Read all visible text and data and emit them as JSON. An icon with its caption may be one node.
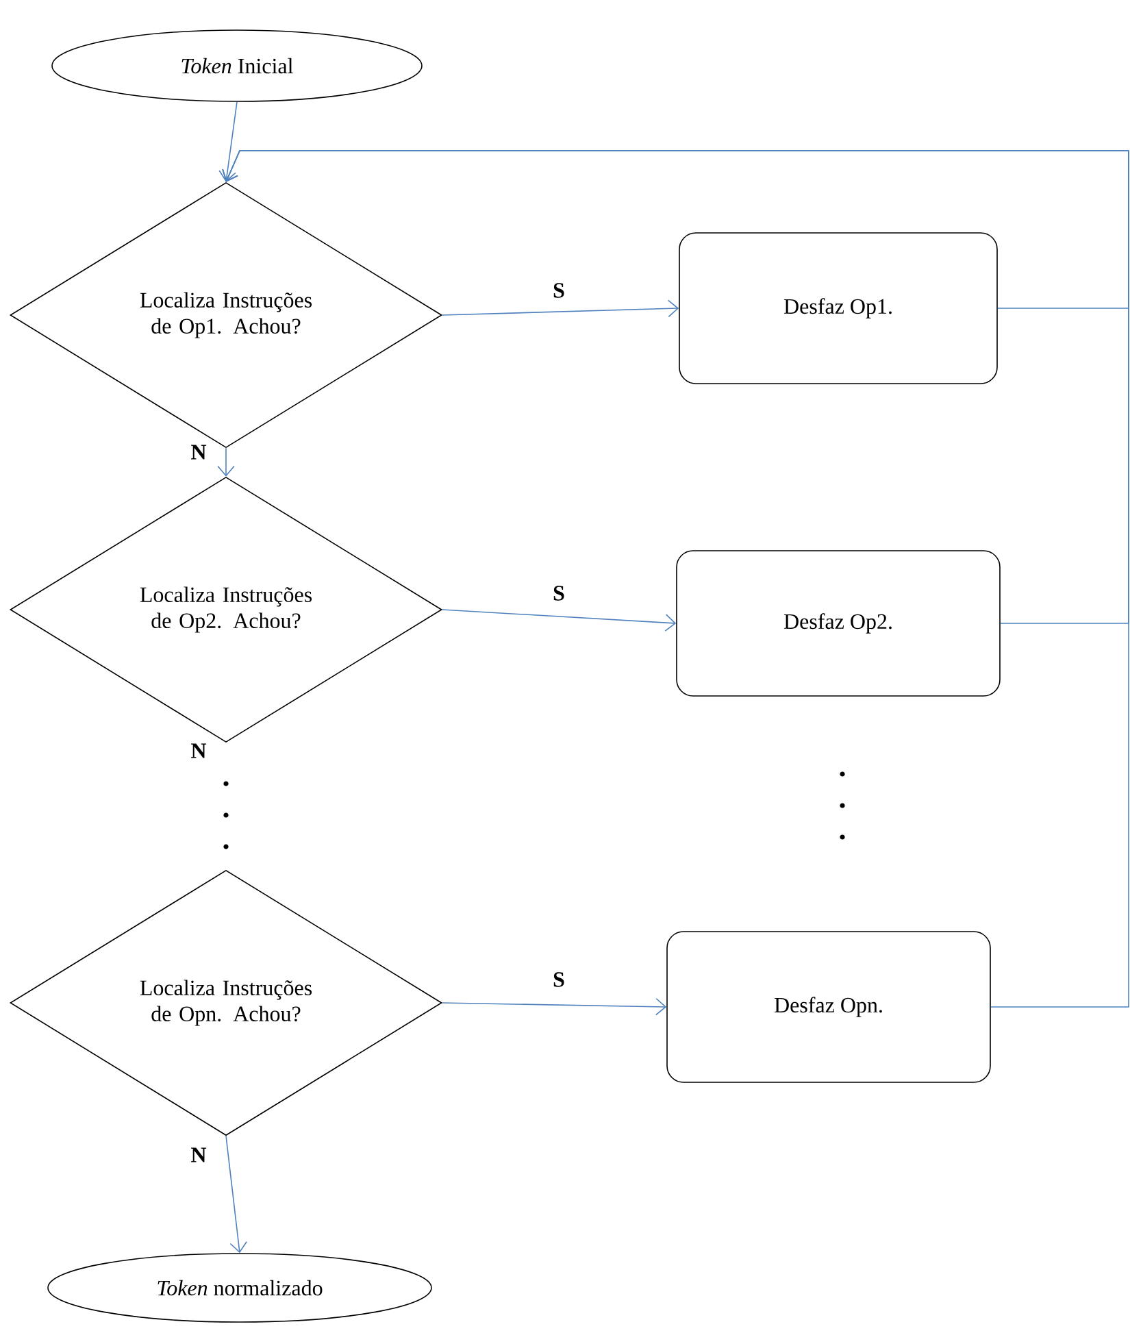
{
  "diagram": {
    "nodes": [
      {
        "text": [
          "*Token* Inicial"
        ]
      },
      {
        "text": [
          "Localiza Instruções de Op1. Achou?"
        ]
      },
      {
        "text": [
          "Desfaz Op1."
        ]
      },
      {
        "text": [
          "Localiza Instruções de Op2. Achou?"
        ]
      },
      {
        "text": [
          "Desfaz Op2."
        ]
      },
      {
        "text": [
          "Localiza Instruções de Opn. Achou?"
        ]
      },
      {
        "text": [
          "Desfaz Opn."
        ]
      },
      {
        "text": [
          "*Token* normalizado"
        ]
      }
    ],
    "edges": [
      {
        "from": 0,
        "to": 1,
        "arrow": "to"
      },
      {
        "from": 1,
        "to": 2,
        "arrow": "to",
        "label": "S"
      },
      {
        "from": 1,
        "to": 3,
        "arrow": "to",
        "label": "N"
      },
      {
        "from": 2,
        "to": 1,
        "arrow": "to"
      },
      {
        "from": 3,
        "to": 4,
        "arrow": "to",
        "label": "S"
      },
      {
        "from": 4,
        "to": 1,
        "arrow": "to"
      },
      {
        "from": 5,
        "to": 6,
        "arrow": "to",
        "label": "S"
      },
      {
        "from": 6,
        "to": 1,
        "arrow": "to"
      },
      {
        "from": 5,
        "to": 7,
        "arrow": "to",
        "label": "N"
      }
    ],
    "labels": [
      "N"
    ]
  }
}
